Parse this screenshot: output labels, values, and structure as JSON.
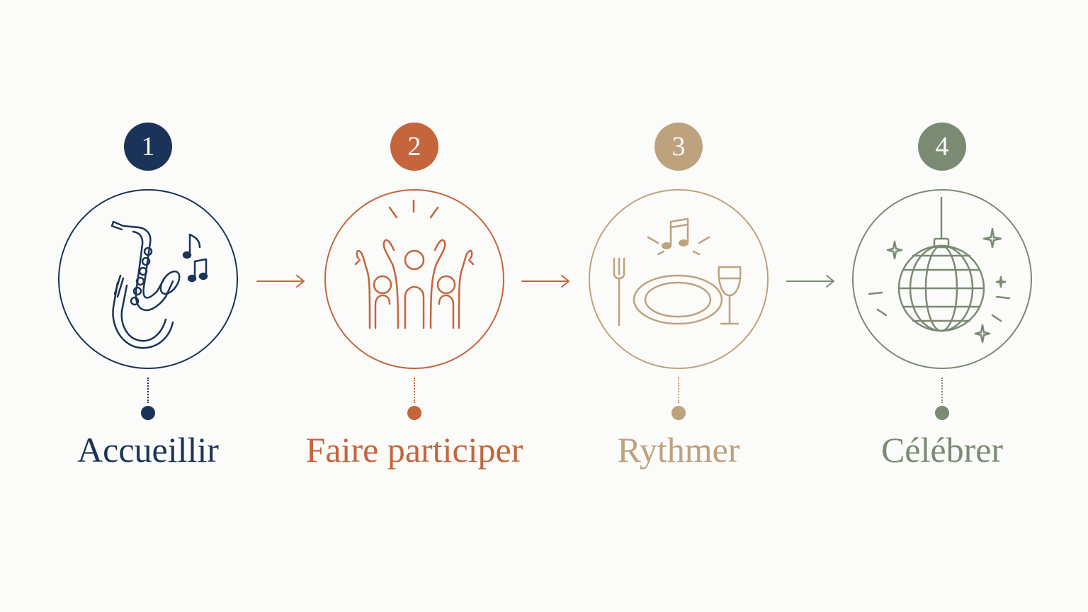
{
  "steps": [
    {
      "number": "1",
      "label": "Accueillir",
      "icon": "saxophone-icon",
      "color": "#1b3358"
    },
    {
      "number": "2",
      "label": "Faire participer",
      "icon": "cheering-crowd-icon",
      "color": "#c4653c"
    },
    {
      "number": "3",
      "label": "Rythmer",
      "icon": "dinner-setting-icon",
      "color": "#bea27e"
    },
    {
      "number": "4",
      "label": "Célébrer",
      "icon": "disco-ball-icon",
      "color": "#7b8a73"
    }
  ]
}
